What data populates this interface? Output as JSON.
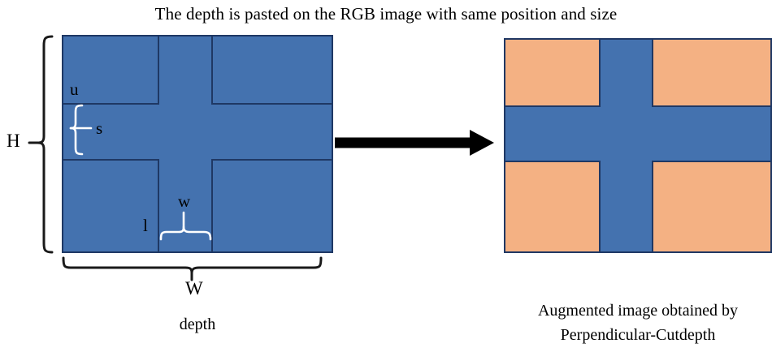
{
  "title": "The depth is pasted on the RGB image with same position and size",
  "colors": {
    "depth_blue": "#4472AF",
    "rgb_orange": "#F4B183",
    "outline_navy": "#1F3864",
    "arrow_black": "#000000",
    "brace_white": "#FFFFFF",
    "brace_black": "#000000",
    "background": "#FFFFFF"
  },
  "left_panel": {
    "caption": "depth",
    "fill": "depth-blue",
    "labels": {
      "u": "u",
      "s": "s",
      "w": "w",
      "l": "l",
      "height": "H",
      "width": "W"
    },
    "quadrants": [
      {
        "name": "top-left",
        "fill": "depth-blue"
      },
      {
        "name": "top-right",
        "fill": "depth-blue"
      },
      {
        "name": "bottom-left",
        "fill": "depth-blue"
      },
      {
        "name": "bottom-right",
        "fill": "depth-blue"
      }
    ]
  },
  "arrow": {
    "direction": "right",
    "label": ""
  },
  "right_panel": {
    "caption_line1": "Augmented image obtained by",
    "caption_line2": "Perpendicular-Cutdepth",
    "cross_fill": "depth-blue",
    "quadrants": [
      {
        "name": "top-left",
        "fill": "rgb-orange"
      },
      {
        "name": "top-right",
        "fill": "rgb-orange"
      },
      {
        "name": "bottom-left",
        "fill": "rgb-orange"
      },
      {
        "name": "bottom-right",
        "fill": "rgb-orange"
      }
    ]
  },
  "diagram_data": {
    "type": "schematic",
    "description": "Perpendicular-Cutdepth augmentation: a cross-shaped strip of the depth map is pasted onto the RGB image at the same position and size.",
    "parameters": [
      {
        "symbol": "H",
        "meaning": "image height"
      },
      {
        "symbol": "W",
        "meaning": "image width"
      },
      {
        "symbol": "u",
        "meaning": "top offset of horizontal strip"
      },
      {
        "symbol": "s",
        "meaning": "height of horizontal strip"
      },
      {
        "symbol": "l",
        "meaning": "left offset of vertical strip"
      },
      {
        "symbol": "w",
        "meaning": "width of vertical strip"
      }
    ]
  }
}
